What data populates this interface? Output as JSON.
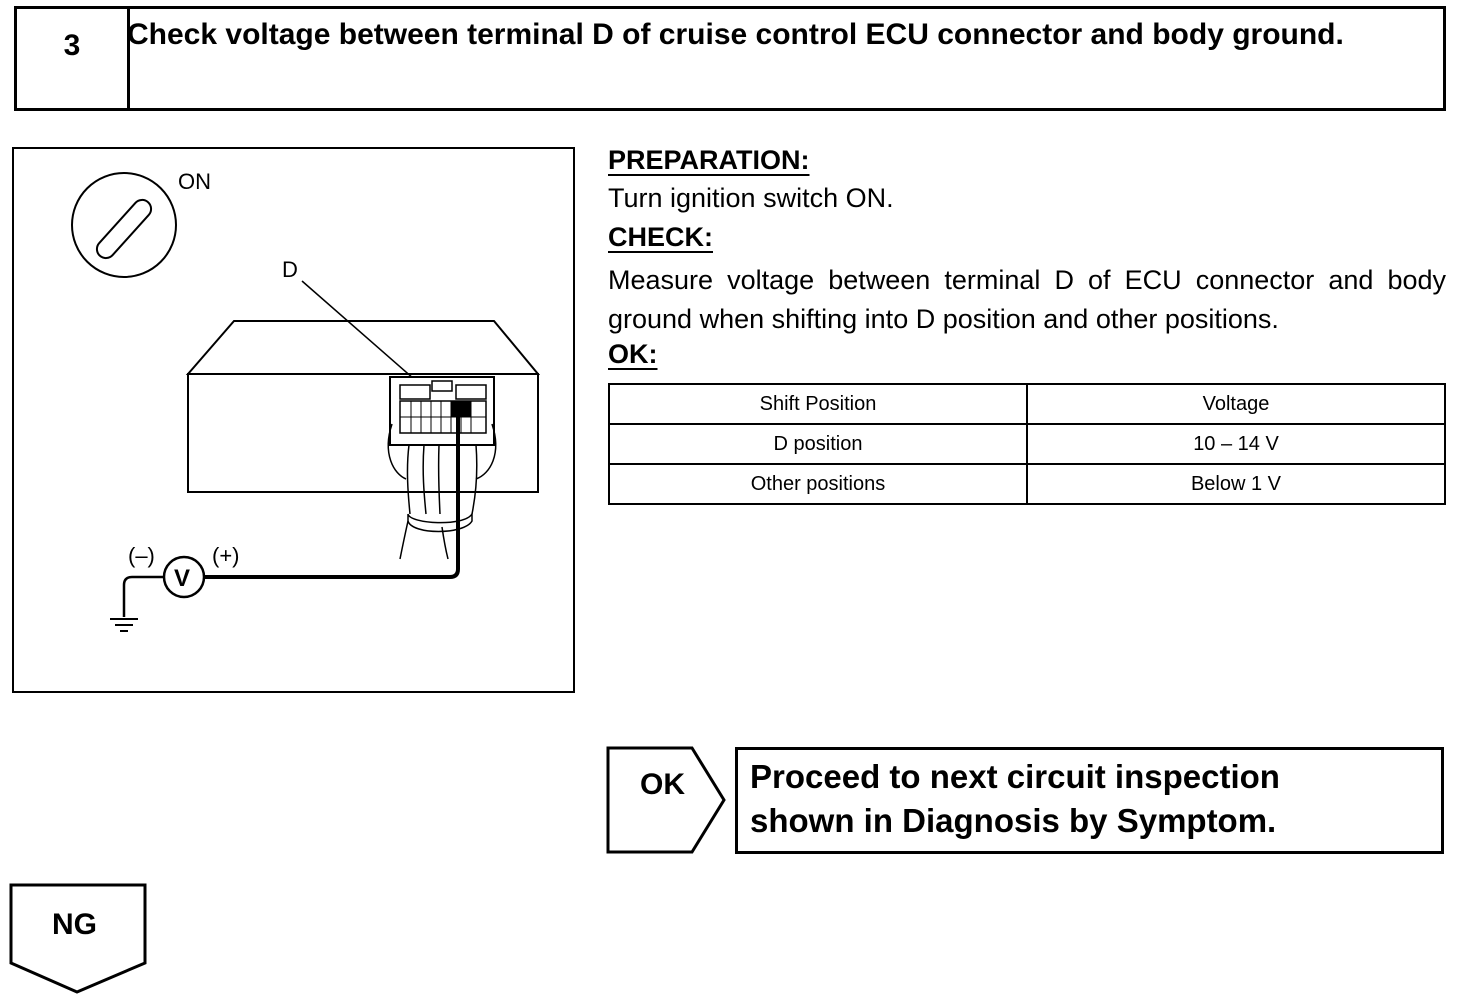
{
  "step": {
    "number": "3",
    "title": "Check voltage between terminal D of cruise control ECU connector and body ground."
  },
  "illustration": {
    "ignition_label": "ON",
    "terminal_label": "D",
    "voltmeter_symbol": "V",
    "negative_label": "(–)",
    "positive_label": "(+)",
    "icons": [
      "ignition-key-icon",
      "ecu-unit-icon",
      "voltmeter-icon",
      "ground-icon"
    ]
  },
  "preparation": {
    "heading": "PREPARATION:",
    "text": "Turn ignition switch ON."
  },
  "check": {
    "heading": "CHECK:",
    "text": "Measure voltage between terminal D of  ECU connector and body ground when shifting into D position and other positions."
  },
  "ok": {
    "heading": "OK:"
  },
  "spec_table": {
    "headers": [
      "Shift Position",
      "Voltage"
    ],
    "rows": [
      [
        "D position",
        "10 – 14 V"
      ],
      [
        "Other positions",
        "Below 1 V"
      ]
    ]
  },
  "ok_result": {
    "label": "OK",
    "text_line1": "Proceed to next circuit inspection",
    "text_line2": "shown in Diagnosis by Symptom."
  },
  "ng_result": {
    "label": "NG"
  }
}
